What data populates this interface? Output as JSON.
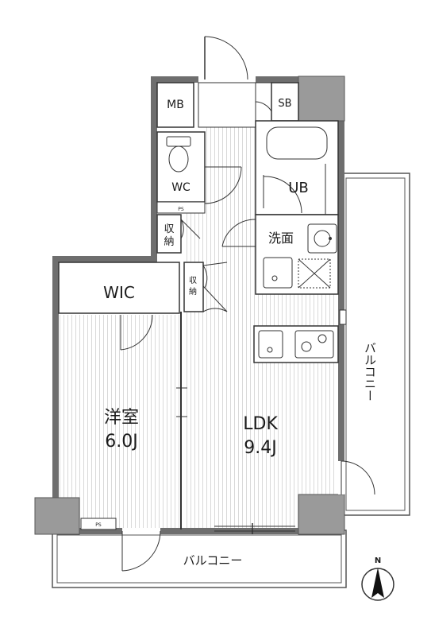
{
  "colors": {
    "wall": "#6e6e6e",
    "wall_dark": "#9a9a9a",
    "floor_stripe": "#d9d9d9",
    "line": "#333333",
    "background": "#ffffff"
  },
  "rooms": {
    "mb": "MB",
    "sb": "SB",
    "wc": "WC",
    "ps_top": "PS",
    "ub": "UB",
    "storage_1_line1": "収",
    "storage_1_line2": "納",
    "washroom": "洗面",
    "storage_2_line1": "収",
    "storage_2_line2": "納",
    "wic": "WIC",
    "western_room_name": "洋室",
    "western_room_size": "6.0J",
    "ldk_name": "LDK",
    "ldk_size": "9.4J",
    "ps_bottom": "PS"
  },
  "balcony": {
    "east": "バルコニー",
    "south": "バルコニー"
  },
  "compass": {
    "label": "N"
  }
}
